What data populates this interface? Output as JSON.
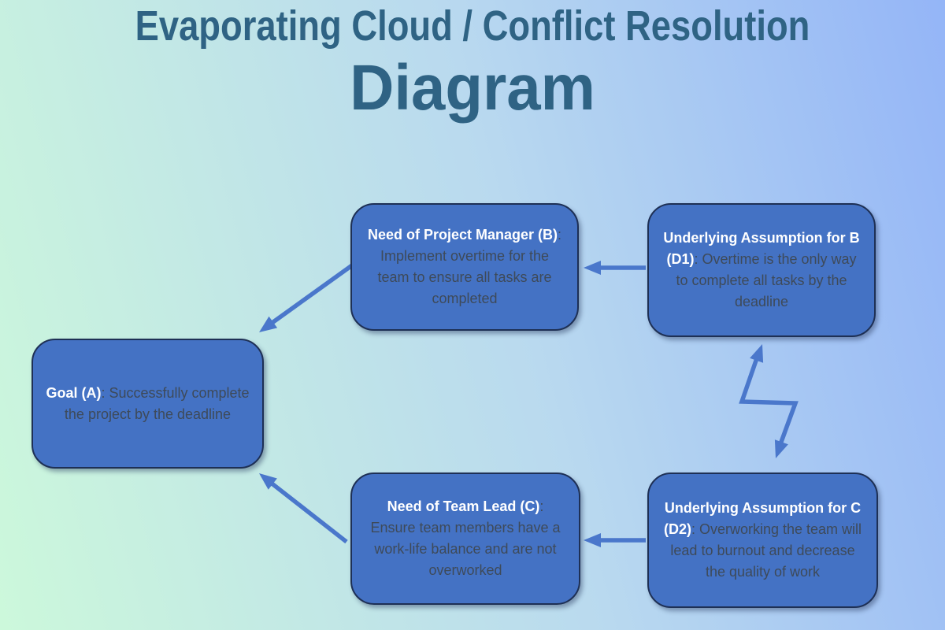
{
  "title": {
    "line1": "Evaporating Cloud / Conflict Resolution",
    "line2": "Diagram"
  },
  "nodes": [
    {
      "id": "A",
      "label": "Goal (A)",
      "desc": ": Successfully complete the project by the deadline"
    },
    {
      "id": "B",
      "label": "Need of Project Manager (B)",
      "desc": ": Implement overtime for the team to ensure all tasks are completed"
    },
    {
      "id": "D1",
      "label": "Underlying Assumption for B (D1)",
      "desc": ": Overtime is the only way to complete all tasks by the deadline"
    },
    {
      "id": "C",
      "label": "Need of Team Lead (C)",
      "desc": ": Ensure team members have a work-life balance and are not overworked"
    },
    {
      "id": "D2",
      "label": "Underlying Assumption for C (D2)",
      "desc": ": Overworking the team will lead to burnout and decrease the quality of work"
    }
  ],
  "edges": [
    {
      "from": "D1",
      "to": "B",
      "type": "straight"
    },
    {
      "from": "B",
      "to": "A",
      "type": "straight"
    },
    {
      "from": "D2",
      "to": "C",
      "type": "straight"
    },
    {
      "from": "C",
      "to": "A",
      "type": "straight"
    },
    {
      "from": "D1",
      "to": "D2",
      "type": "zigzag-conflict",
      "bidirectional": true
    }
  ],
  "colors": {
    "background_left": "#ccf8db",
    "background_right": "#94b5f7",
    "node_fill": "#4472c4",
    "node_border": "#1e3055",
    "node_label_text": "#ffffff",
    "node_desc_text": "#3e4a59",
    "arrow": "#4a77cb",
    "title_text": "#2f6384"
  }
}
